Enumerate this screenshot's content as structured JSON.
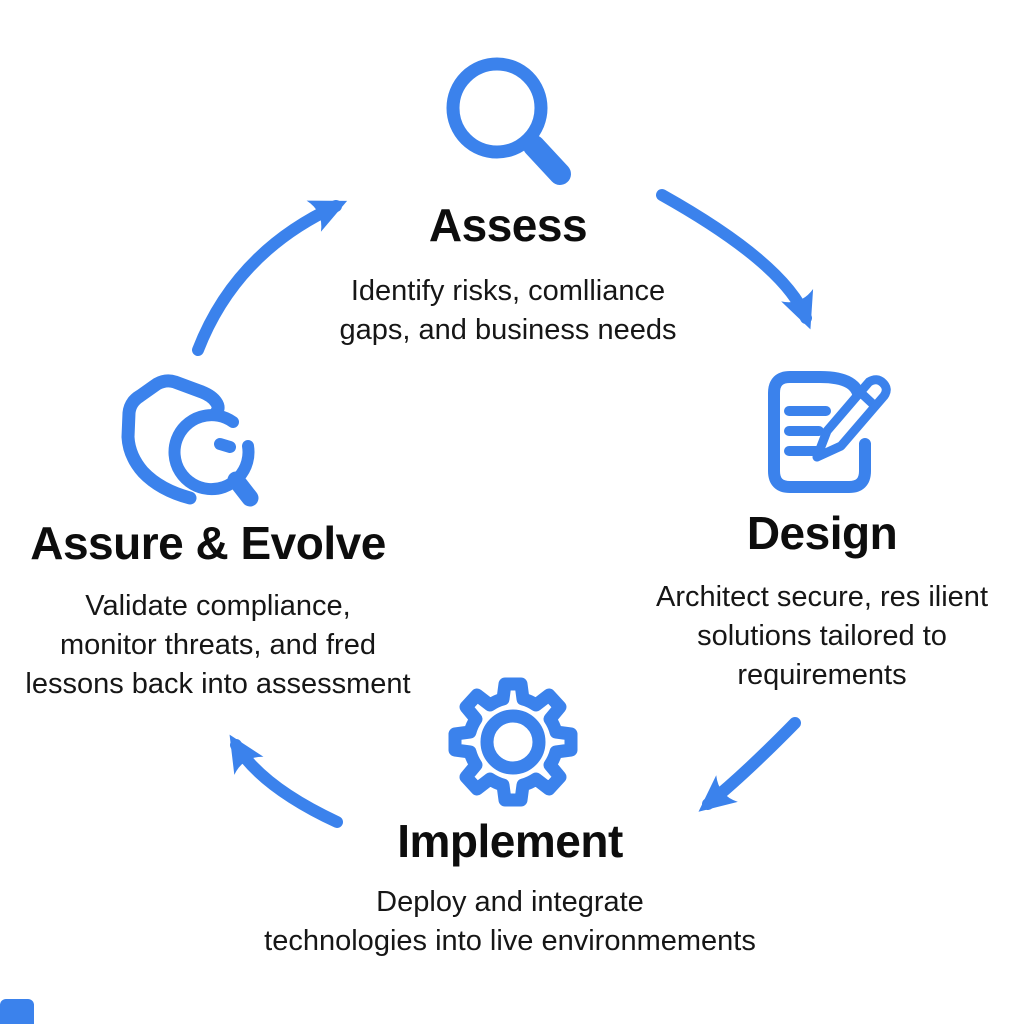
{
  "diagram": {
    "type": "cycle",
    "accent_color": "#3b82ec",
    "text_color": "#0d0d0d",
    "stages": [
      {
        "name": "Assess",
        "icon": "magnifier-icon",
        "description_lines": [
          "Identify risks, comlliance",
          "gaps, and business needs"
        ]
      },
      {
        "name": "Design",
        "icon": "document-pencil-icon",
        "description_lines": [
          "Architect secure, res ilient",
          "solutions tailored to",
          "requirements"
        ]
      },
      {
        "name": "Implement",
        "icon": "gear-icon",
        "description_lines": [
          "Deploy and integrate",
          "technologies into live environmements"
        ]
      },
      {
        "name": "Assure & Evolve",
        "icon": "shield-magnifier-icon",
        "description_lines": [
          "Validate compliance,",
          "monitor threats, and fred",
          "lessons back into assessment"
        ]
      }
    ]
  }
}
